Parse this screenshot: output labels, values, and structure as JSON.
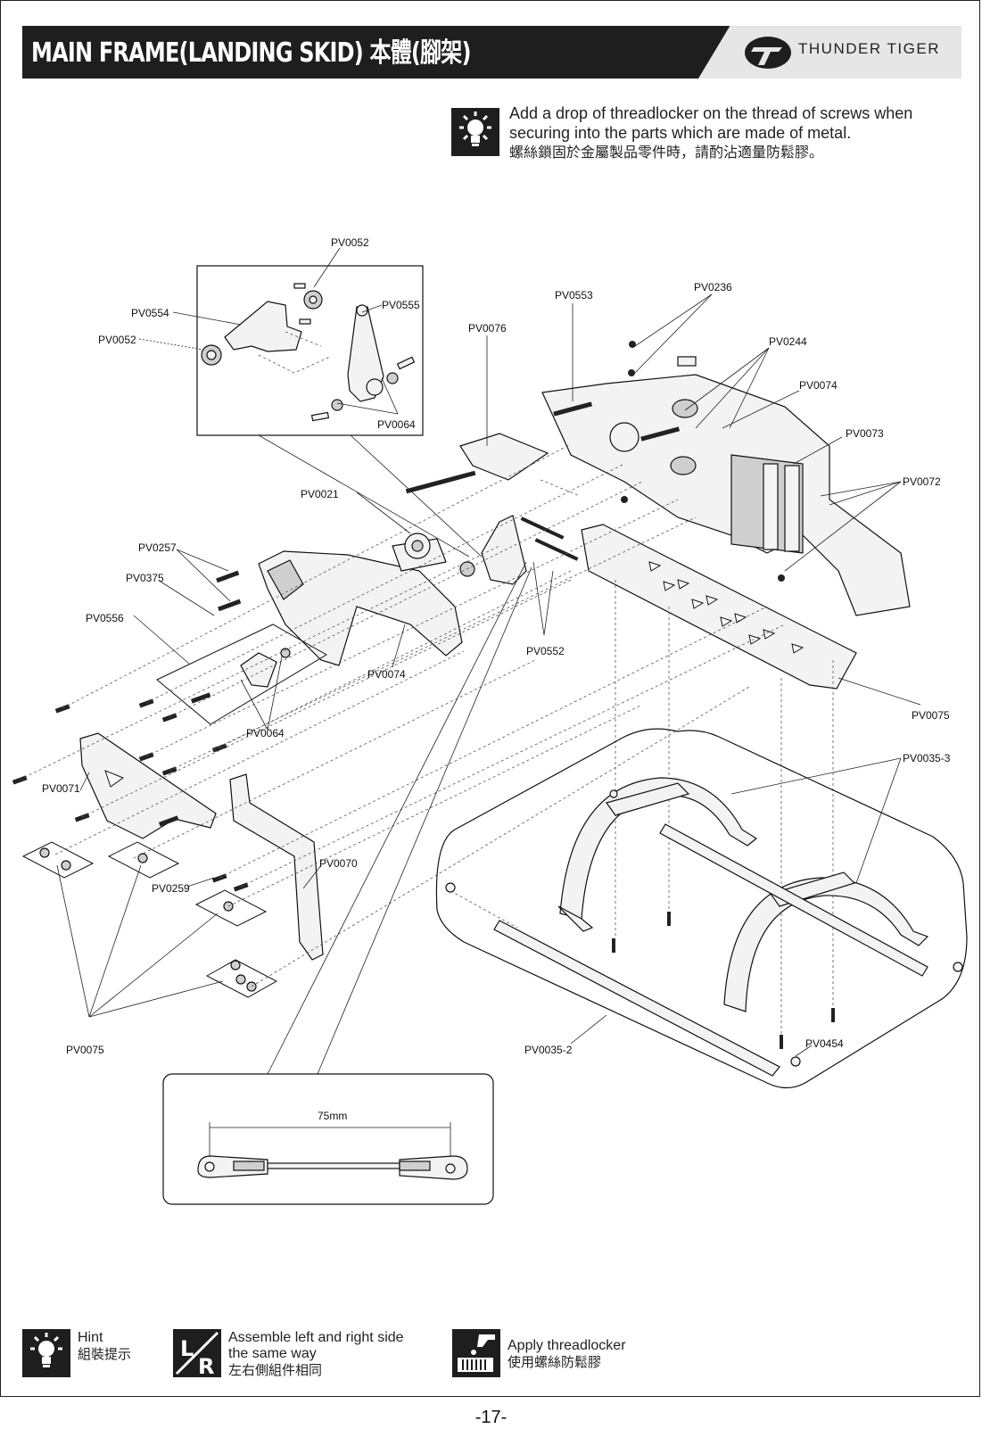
{
  "header": {
    "title": "MAIN FRAME(LANDING SKID) 本體(腳架)",
    "brand": "THUNDER TIGER"
  },
  "hint_top": {
    "line1": "Add a drop of threadlocker on the thread of screws when",
    "line2": "securing into the parts which are made of metal.",
    "line3": "螺絲鎖固於金屬製品零件時，請酌沾適量防鬆膠。"
  },
  "part_labels": {
    "pv0052_top": "PV0052",
    "pv0554": "PV0554",
    "pv0052_left": "PV0052",
    "pv0555": "PV0555",
    "pv0064_inset": "PV0064",
    "pv0553": "PV0553",
    "pv0236": "PV0236",
    "pv0076": "PV0076",
    "pv0244": "PV0244",
    "pv0074_right": "PV0074",
    "pv0073": "PV0073",
    "pv0072": "PV0072",
    "pv0021": "PV0021",
    "pv0257": "PV0257",
    "pv0375": "PV0375",
    "pv0556": "PV0556",
    "pv0552": "PV0552",
    "pv0074_mid": "PV0074",
    "pv0064_mid": "PV0064",
    "pv0075_right": "PV0075",
    "pv0035_3": "PV0035-3",
    "pv0071": "PV0071",
    "pv0070": "PV0070",
    "pv0259": "PV0259",
    "pv0075_left": "PV0075",
    "pv0035_2": "PV0035-2",
    "pv0454": "PV0454"
  },
  "rod_inset": {
    "dimension": "75mm"
  },
  "legend": {
    "hint": {
      "en": "Hint",
      "zh": "組裝提示",
      "icon": "lightbulb-icon"
    },
    "lr": {
      "en1": "Assemble left and right side",
      "en2": "the same way",
      "zh": "左右側組件相同",
      "icon": "left-right-icon"
    },
    "glue": {
      "en": "Apply threadlocker",
      "zh": "使用螺絲防鬆膠",
      "icon": "threadlocker-icon"
    }
  },
  "page_number": "-17-"
}
